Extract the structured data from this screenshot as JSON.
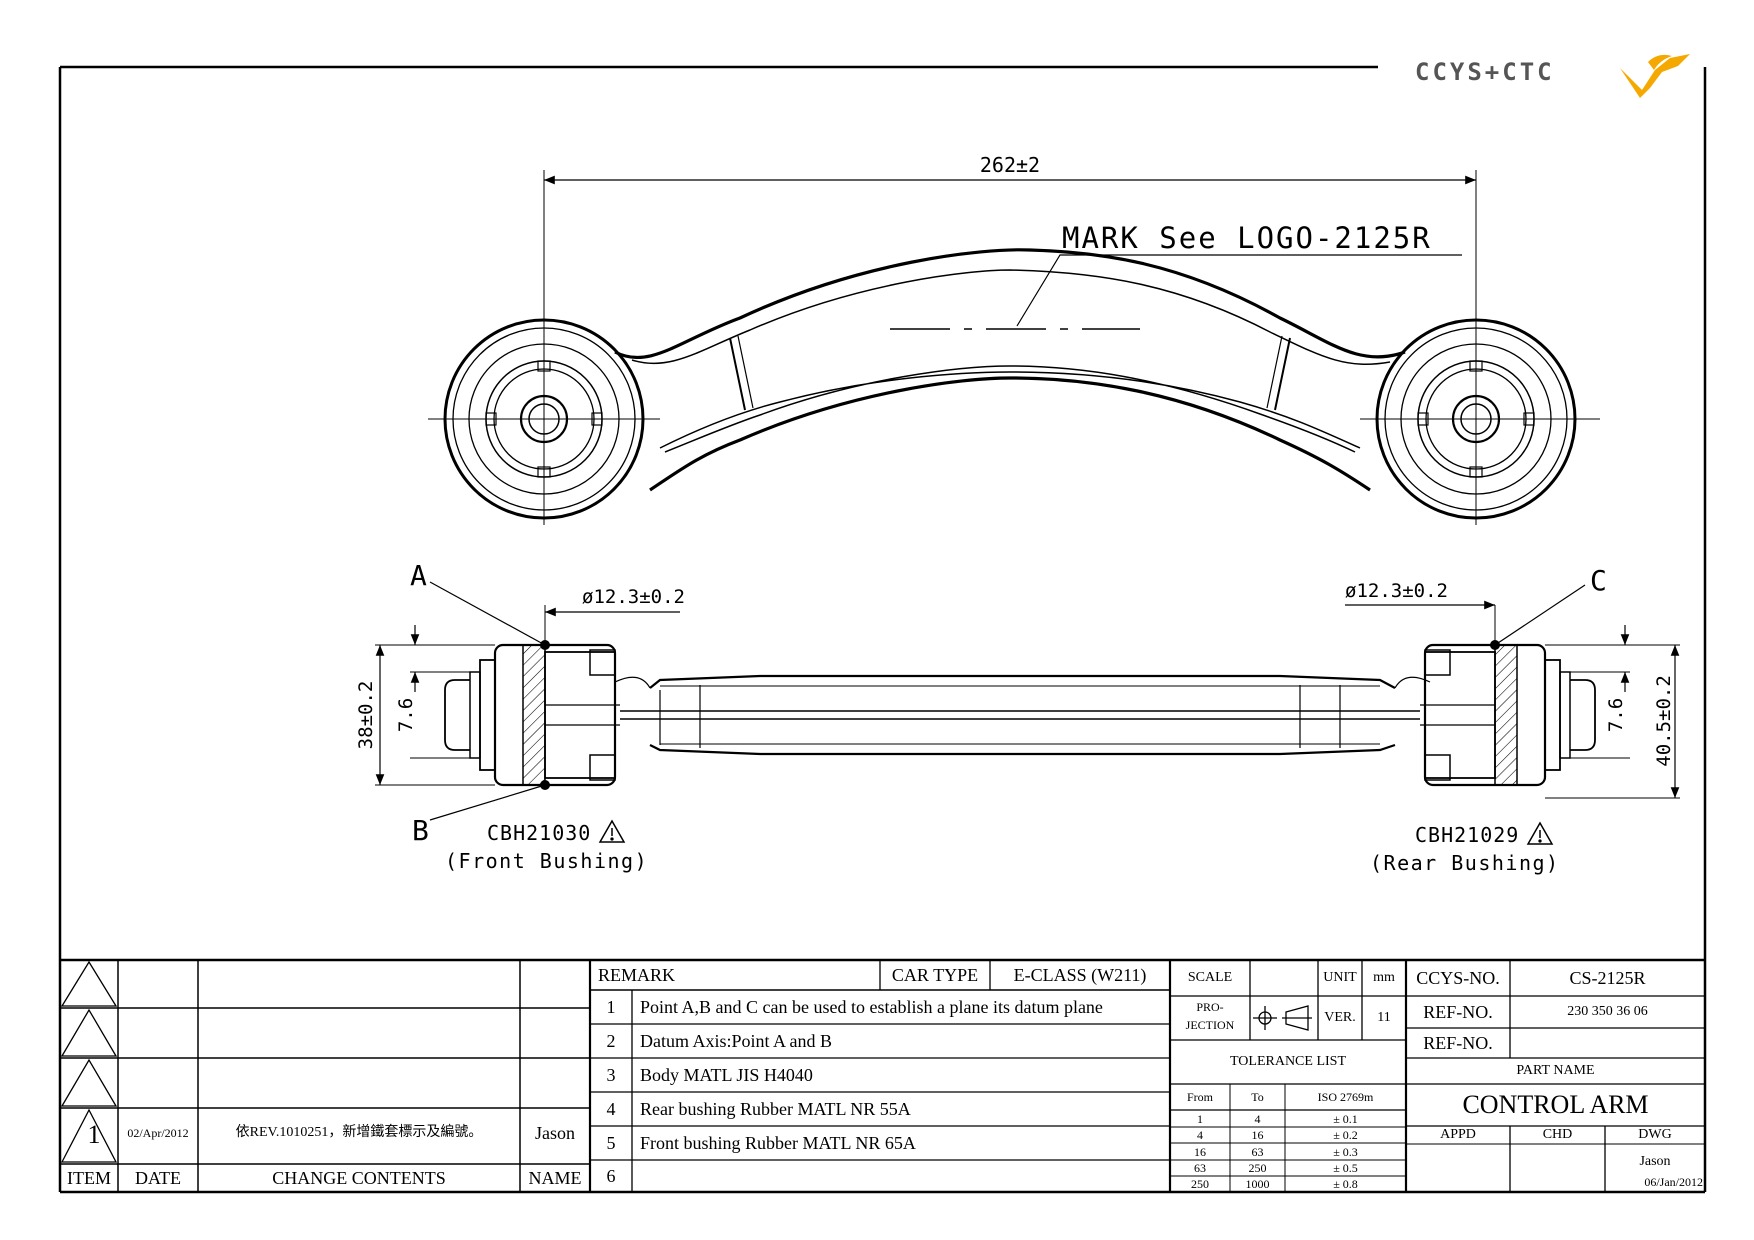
{
  "logo": {
    "text": "CCYS+CTC",
    "accent_color": "#f5a800",
    "icon": "wing-logo-icon"
  },
  "drawing": {
    "dim_length": "262±2",
    "mark_note": "MARK See LOGO-2125R",
    "point_a": "A",
    "point_b": "B",
    "point_c": "C",
    "dia_left": "ø12.3±0.2",
    "dia_right": "ø12.3±0.2",
    "height_left": "38±0.2",
    "height_right": "40.5±0.2",
    "width_left": "7.6",
    "width_right": "7.6",
    "front_part": "CBH21030",
    "front_label": "(Front Bushing)",
    "rear_part": "CBH21029",
    "rear_label": "(Rear Bushing)",
    "warning_icon": "warning-triangle-icon"
  },
  "revision": {
    "row1_item": "1",
    "row1_date": "02/Apr/2012",
    "row1_contents": "依REV.1010251，新增鐵套標示及編號。",
    "row1_name": "Jason",
    "headers": {
      "item": "ITEM",
      "date": "DATE",
      "contents": "CHANGE CONTENTS",
      "name": "NAME"
    }
  },
  "remarks": {
    "title": "REMARK",
    "car_type_label": "CAR TYPE",
    "car_type": "E-CLASS (W211)",
    "items": [
      {
        "num": "1",
        "text": "Point A,B and C can be used to establish a plane its datum plane"
      },
      {
        "num": "2",
        "text": "Datum Axis:Point A and B"
      },
      {
        "num": "3",
        "text": "Body MATL JIS H4040"
      },
      {
        "num": "4",
        "text": "Rear bushing Rubber MATL NR 55A"
      },
      {
        "num": "5",
        "text": "Front bushing Rubber MATL NR 65A"
      },
      {
        "num": "6",
        "text": ""
      }
    ]
  },
  "spec": {
    "scale_label": "SCALE",
    "scale_value": "",
    "unit_label": "UNIT",
    "unit_value": "mm",
    "projection_label_1": "PRO-",
    "projection_label_2": "JECTION",
    "ver_label": "VER.",
    "ver_value": "11",
    "tolerance_title": "TOLERANCE LIST",
    "tol_headers": [
      "From",
      "To",
      "ISO 2769m"
    ],
    "tol_rows": [
      [
        "1",
        "4",
        "± 0.1"
      ],
      [
        "4",
        "16",
        "± 0.2"
      ],
      [
        "16",
        "63",
        "± 0.3"
      ],
      [
        "63",
        "250",
        "± 0.5"
      ],
      [
        "250",
        "1000",
        "± 0.8"
      ]
    ]
  },
  "info": {
    "ccys_label": "CCYS-NO.",
    "ccys_no": "CS-2125R",
    "ref_label": "REF-NO.",
    "ref_no": "230 350 36 06",
    "ref_label_2": "REF-NO.",
    "ref_no_2": "",
    "part_name_label": "PART NAME",
    "part_name": "CONTROL ARM",
    "appd": "APPD",
    "chd": "CHD",
    "dwg": "DWG",
    "dwg_name": "Jason",
    "dwg_date": "06/Jan/2012"
  }
}
